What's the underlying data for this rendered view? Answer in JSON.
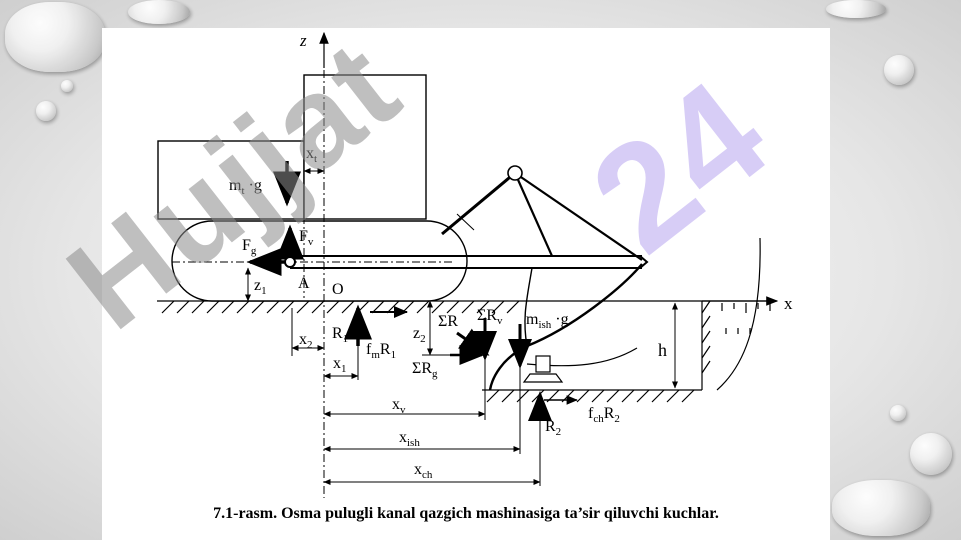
{
  "caption": "7.1-rasm. Osma pulugli kanal qazgich mashinasiga ta’sir qiluvchi kuchlar.",
  "watermark": {
    "main": "Hujjat",
    "num": "24"
  },
  "axes": {
    "z": "z",
    "x": "x"
  },
  "labels": {
    "xt": "x",
    "xt_sub": "t",
    "mtg": "m",
    "mtg_sub": "t",
    "mtg_tail": " ·g",
    "fv": "F",
    "fv_sub": "v",
    "fg": "F",
    "fg_sub": "g",
    "z1": "z",
    "z1_sub": "1",
    "A": "A",
    "O": "O",
    "x2": "x",
    "x2_sub": "2",
    "R1": "R",
    "R1_sub": "1",
    "fmR1_f": "f",
    "fmR1_sub": "m",
    "fmR1_R": "R",
    "fmR1_sub2": "1",
    "x1": "x",
    "x1_sub": "1",
    "z2": "z",
    "z2_sub": "2",
    "sumR": "ΣR",
    "sumRv": "ΣR",
    "sumRv_sub": "v",
    "sumRg": "ΣR",
    "sumRg_sub": "g",
    "mish": "m",
    "mish_sub": "ish",
    "mish_tail": " ·g",
    "h": "h",
    "xv": "x",
    "xv_sub": "v",
    "xish": "x",
    "xish_sub": "ish",
    "xch": "x",
    "xch_sub": "ch",
    "R2": "R",
    "R2_sub": "2",
    "fchR2_f": "f",
    "fchR2_sub": "ch",
    "fchR2_R": "R",
    "fchR2_sub2": "2"
  }
}
